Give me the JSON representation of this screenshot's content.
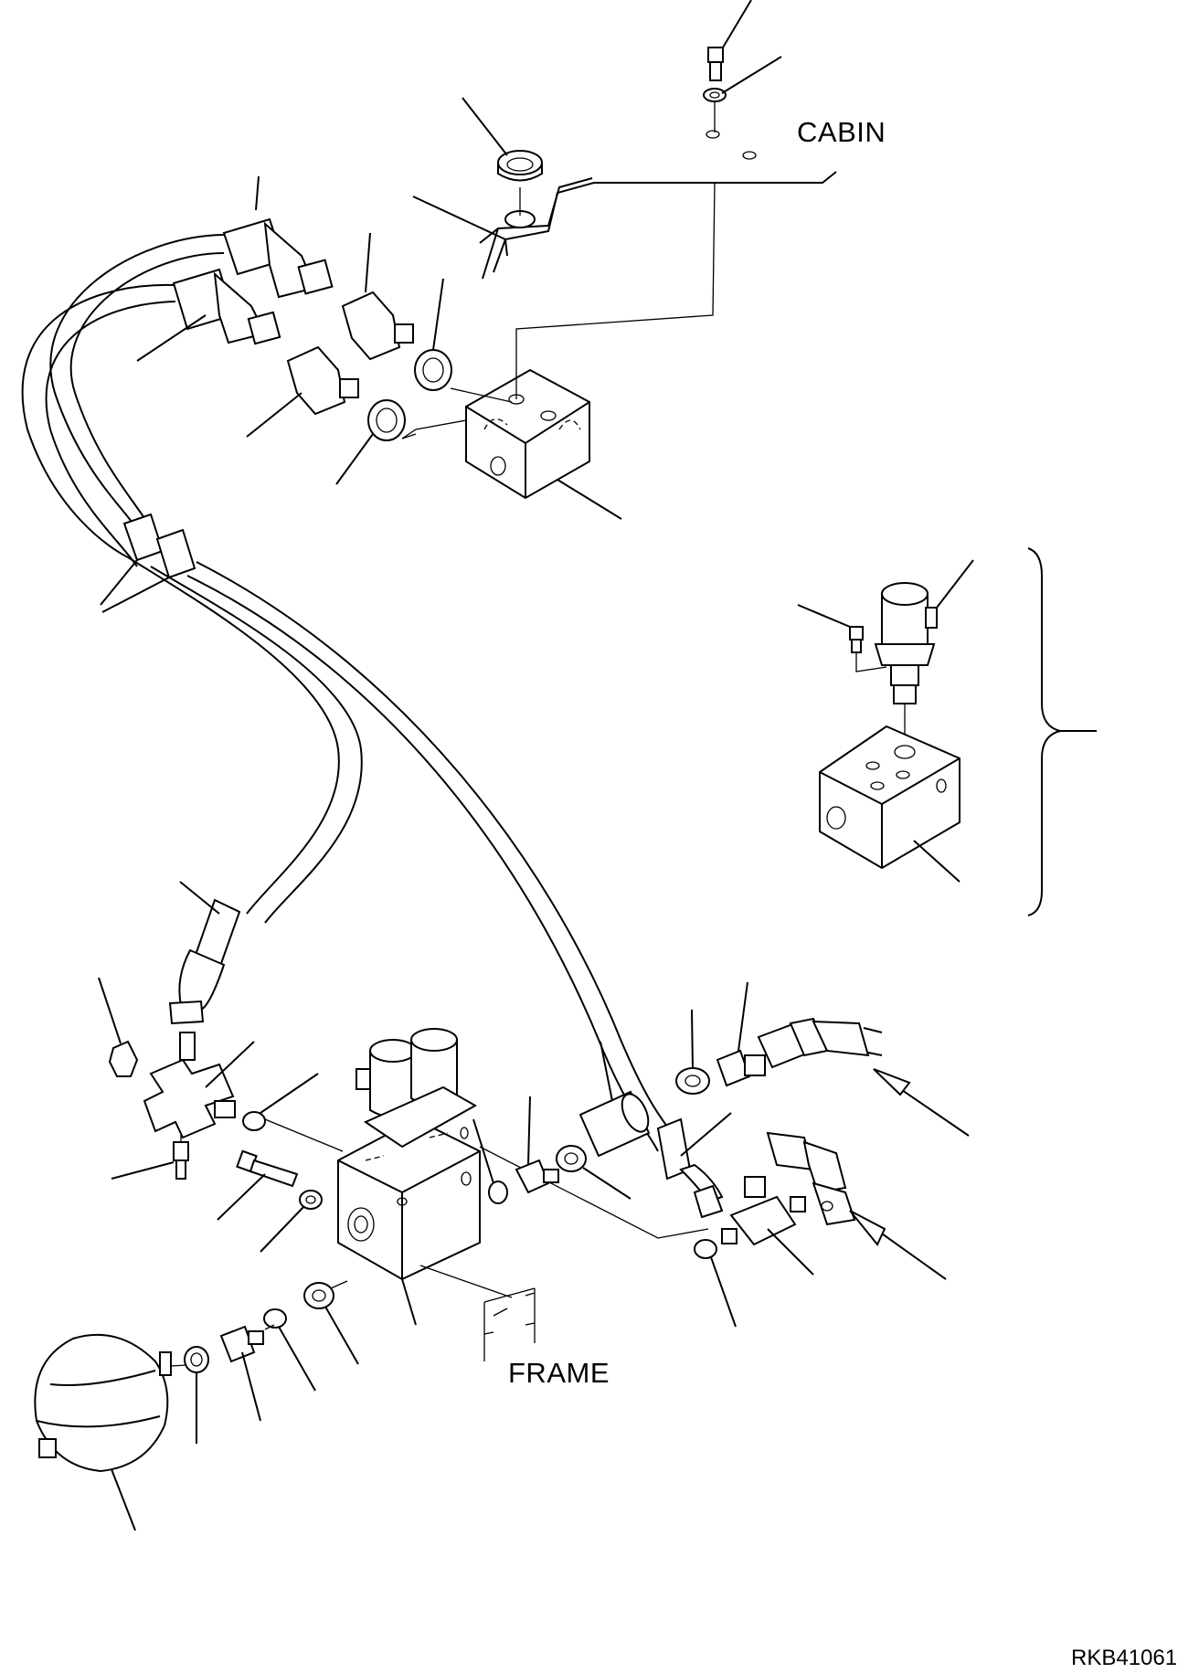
{
  "labels": {
    "cabin": "CABIN",
    "frame": "FRAME",
    "drawing_code": "RKB41061"
  },
  "colors": {
    "line": "#000000",
    "background": "#ffffff"
  }
}
